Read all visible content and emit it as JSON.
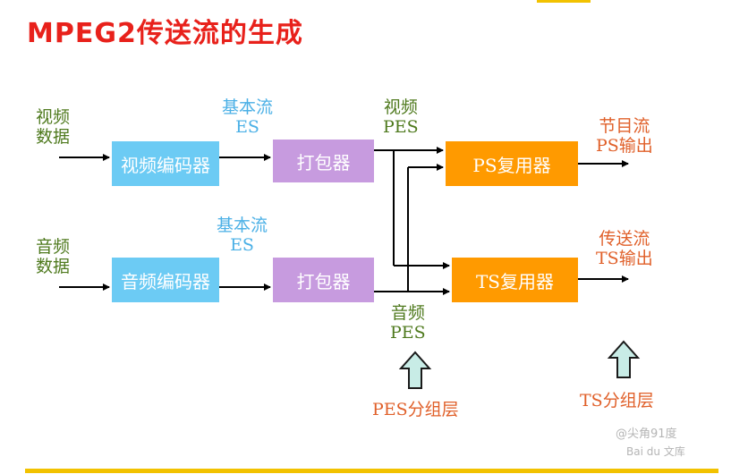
{
  "title": "MPEG2传送流的生成",
  "inputs": {
    "video": [
      "视频",
      "数据"
    ],
    "audio": [
      "音频",
      "数据"
    ]
  },
  "es_labels": {
    "top": [
      "基本流",
      "ES"
    ],
    "bottom": [
      "基本流",
      "ES"
    ]
  },
  "pes_labels": {
    "video": [
      "视频",
      "PES"
    ],
    "audio": [
      "音频",
      "PES"
    ]
  },
  "boxes": {
    "video_encoder": "视频编码器",
    "audio_encoder": "音频编码器",
    "packer_top": "打包器",
    "packer_bottom": "打包器",
    "ps_mux": "PS复用器",
    "ts_mux": "TS复用器"
  },
  "outputs": {
    "program_stream": [
      "节目流",
      "PS输出"
    ],
    "transport_stream": [
      "传送流",
      "TS输出"
    ]
  },
  "layers": {
    "pes": "PES分组层",
    "ts": "TS分组层"
  },
  "watermark": {
    "author": "@尖角91度",
    "brand": "Bai du 文库"
  },
  "colors": {
    "title": "#e8211b",
    "input_text": "#4f7a1e",
    "es_text": "#4bb0e6",
    "pes_text": "#4f7a1e",
    "output_text": "#e0602a",
    "encoder_fill": "#6ccbf4",
    "packer_fill": "#c79bdf",
    "mux_fill": "#ff9a00",
    "layer_arrow_fill": "#c8ece6"
  }
}
